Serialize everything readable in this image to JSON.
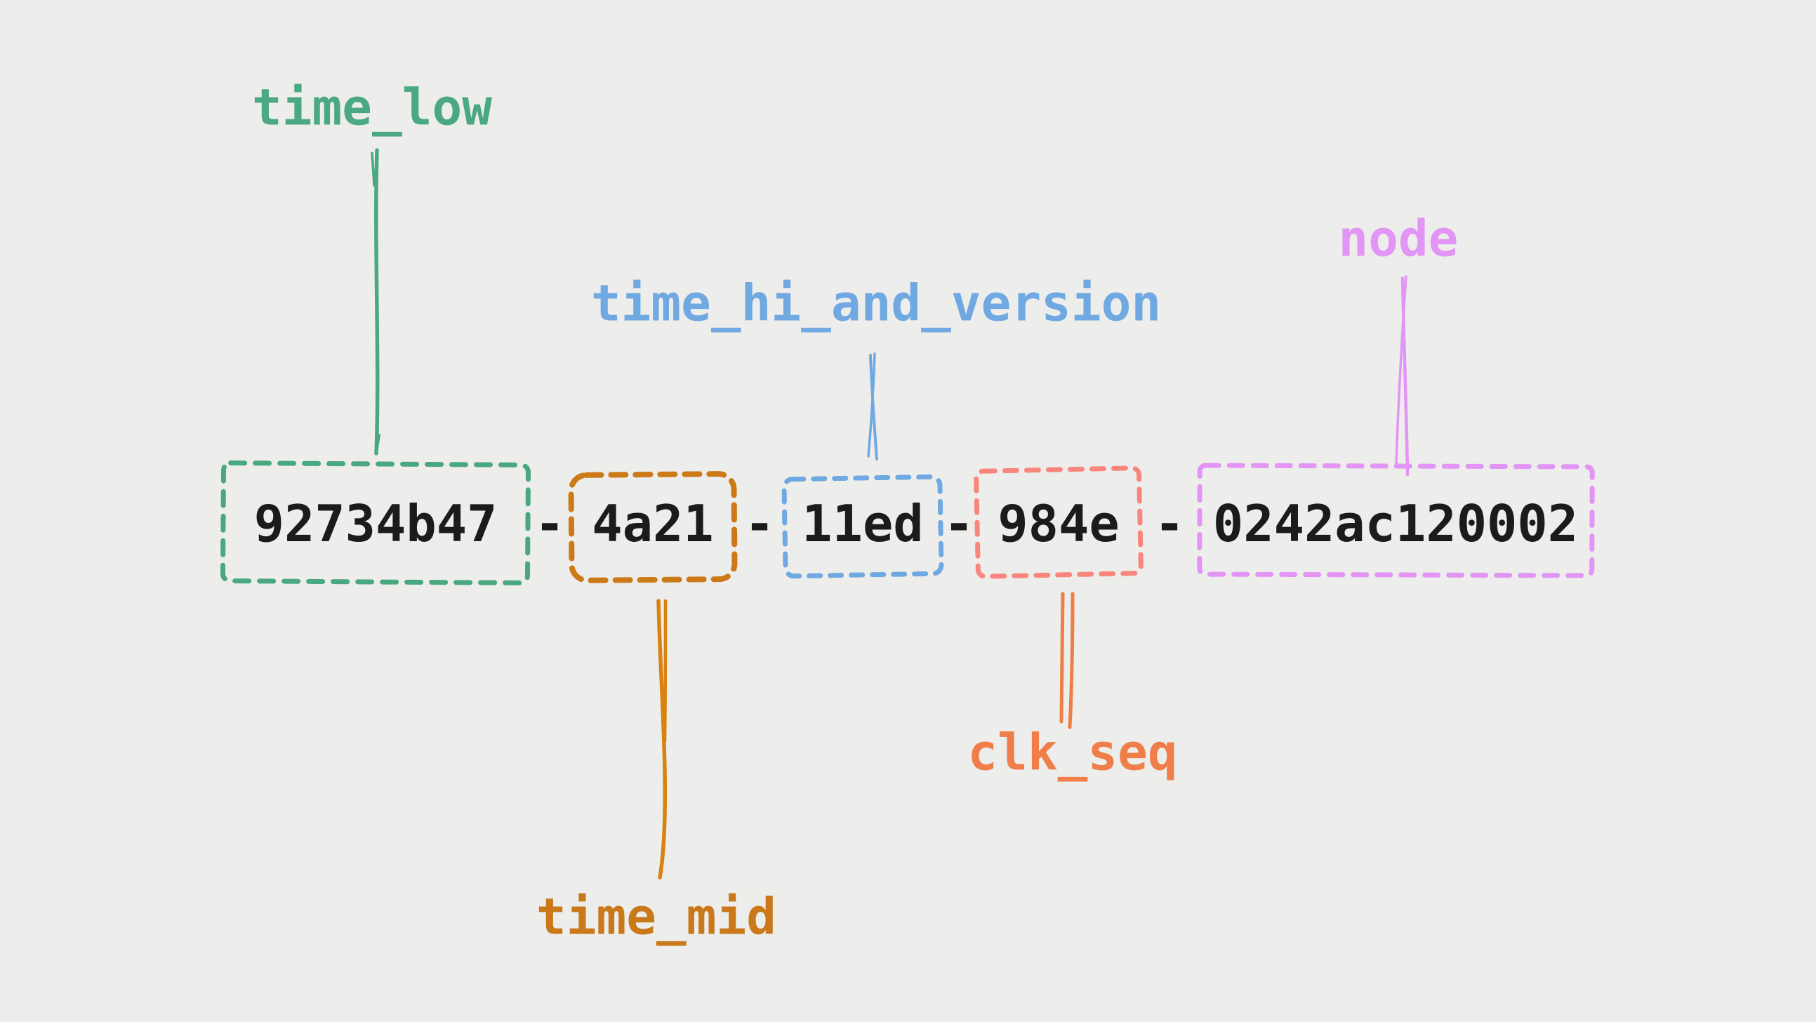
{
  "diagram": {
    "background_color": "#ededec",
    "uuid": "92734b47-4a21-11ed-984e-0242ac120002",
    "separator": "-",
    "value_text_color": "#1b1b1b",
    "segments": [
      {
        "value": "92734b47",
        "label": "time_low",
        "label_color": "#4aa884",
        "box_color": "#4aa881"
      },
      {
        "value": "4a21",
        "label": "time_mid",
        "label_color": "#c9791a",
        "box_color": "#cc7a18"
      },
      {
        "value": "11ed",
        "label": "time_hi_and_version",
        "label_color": "#70a9e1",
        "box_color": "#70a9e1"
      },
      {
        "value": "984e",
        "label": "clk_seq",
        "label_color": "#ef7e49",
        "box_color": "#f8867d"
      },
      {
        "value": "0242ac120002",
        "label": "node",
        "label_color": "#e295f4",
        "box_color": "#e295f4"
      }
    ]
  }
}
